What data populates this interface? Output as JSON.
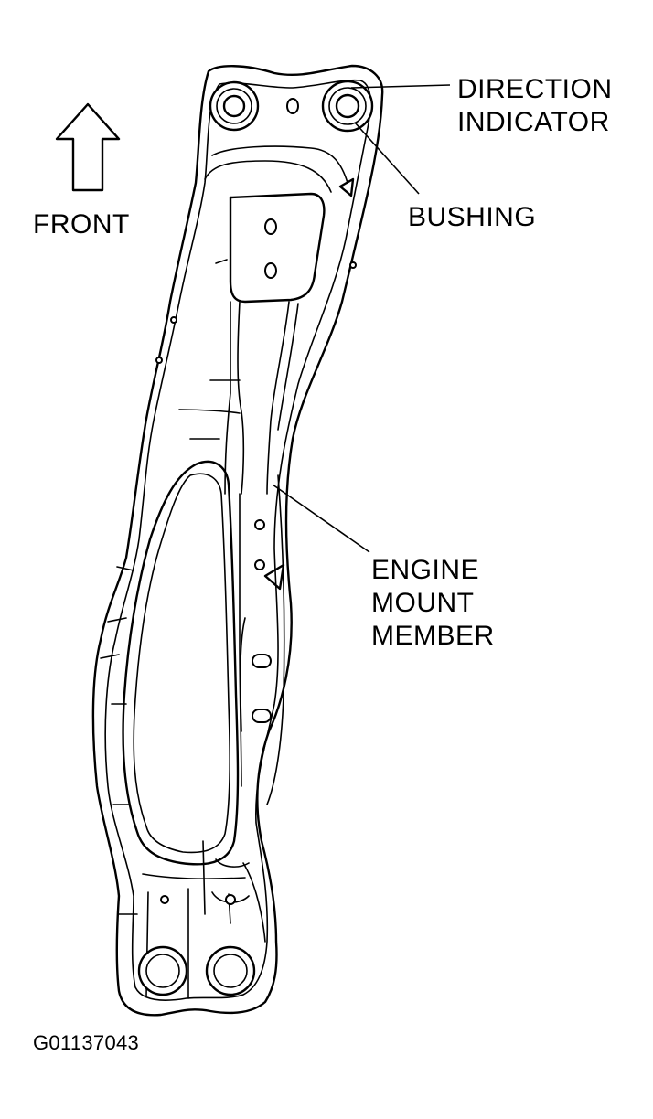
{
  "labels": {
    "direction_line1": "DIRECTION",
    "direction_line2": "INDICATOR",
    "bushing": "BUSHING",
    "front": "FRONT",
    "engine_line1": "ENGINE",
    "engine_line2": "MOUNT",
    "engine_line3": "MEMBER",
    "figure_code": "G01137043"
  },
  "colors": {
    "ink": "#000000",
    "background": "#ffffff"
  },
  "icons": {
    "front_arrow": "up-arrow-icon"
  }
}
